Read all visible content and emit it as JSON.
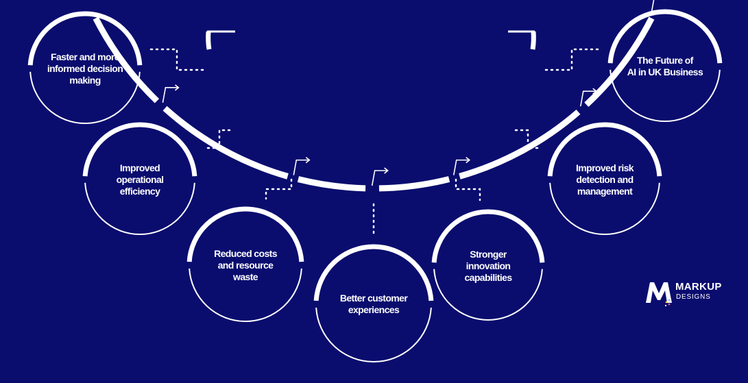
{
  "colors": {
    "background": "#0a0d6e",
    "foreground": "#ffffff"
  },
  "nodes": [
    {
      "id": "node-decision",
      "label": "Faster and more\ninformed decision\nmaking"
    },
    {
      "id": "node-efficiency",
      "label": "Improved\noperational\nefficiency"
    },
    {
      "id": "node-costs",
      "label": "Reduced costs\nand resource\nwaste"
    },
    {
      "id": "node-customer",
      "label": "Better customer\nexperiences"
    },
    {
      "id": "node-innovation",
      "label": "Stronger\ninnovation\ncapabilities"
    },
    {
      "id": "node-risk",
      "label": "Improved risk\ndetection and\nmanagement"
    },
    {
      "id": "node-future",
      "label": "The Future of\nAI in UK Business"
    }
  ],
  "logo": {
    "word": "MARKUP",
    "sub": "DESIGNS",
    "icon": "markup-m-logo-icon"
  }
}
